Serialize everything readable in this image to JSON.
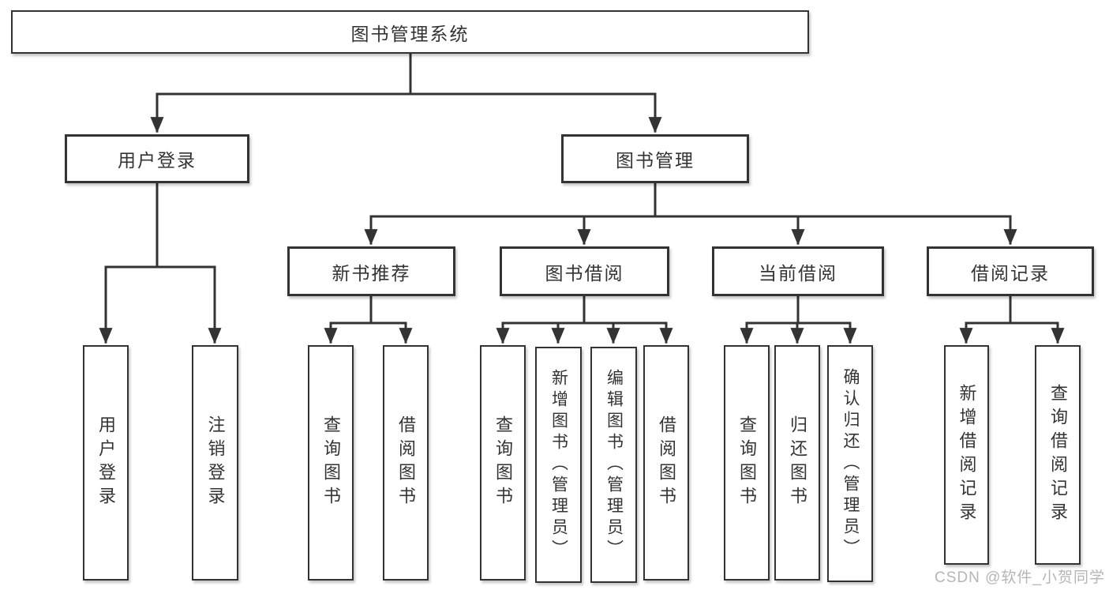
{
  "diagram": {
    "root": {
      "label": "图书管理系统"
    },
    "branches": [
      {
        "label": "用户登录",
        "leaves": [
          {
            "label": "用户登录"
          },
          {
            "label": "注销登录"
          }
        ]
      },
      {
        "label": "图书管理",
        "groups": [
          {
            "label": "新书推荐",
            "leaves": [
              {
                "label": "查询图书"
              },
              {
                "label": "借阅图书"
              }
            ]
          },
          {
            "label": "图书借阅",
            "leaves": [
              {
                "label": "查询图书"
              },
              {
                "label": "新增图书（管理员）"
              },
              {
                "label": "编辑图书（管理员）"
              },
              {
                "label": "借阅图书"
              }
            ]
          },
          {
            "label": "当前借阅",
            "leaves": [
              {
                "label": "查询图书"
              },
              {
                "label": "归还图书"
              },
              {
                "label": "确认归还（管理员）"
              }
            ]
          },
          {
            "label": "借阅记录",
            "leaves": [
              {
                "label": "新增借阅记录"
              },
              {
                "label": "查询借阅记录"
              }
            ]
          }
        ]
      }
    ]
  },
  "watermark": {
    "text": "CSDN @软件_小贺同学"
  },
  "colors": {
    "line": "#333333",
    "box_fill": "#ffffff",
    "text": "#333333",
    "watermark": "#b5b5b5"
  }
}
